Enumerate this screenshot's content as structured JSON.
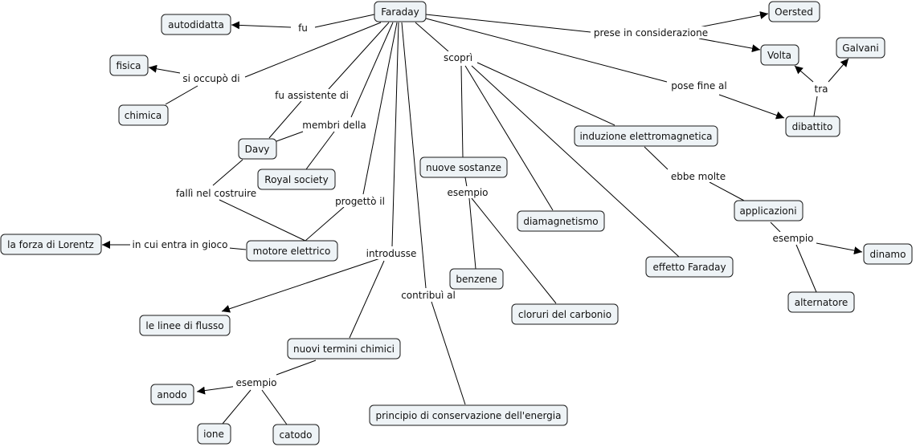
{
  "nodes": {
    "faraday": "Faraday",
    "autodidatta": "autodidatta",
    "oersted": "Oersted",
    "fisica": "fisica",
    "volta": "Volta",
    "galvani": "Galvani",
    "chimica": "chimica",
    "dibattito": "dibattito",
    "induzione": "induzione elettromagnetica",
    "davy": "Davy",
    "nuove_sostanze": "nuove sostanze",
    "royal": "Royal society",
    "applicazioni": "applicazioni",
    "diamagnetismo": "diamagnetismo",
    "lorentz": "la forza di Lorentz",
    "motore": "motore elettrico",
    "dinamo": "dinamo",
    "effetto": "effetto Faraday",
    "benzene": "benzene",
    "alternatore": "alternatore",
    "cloruri": "cloruri del carbonio",
    "linee": "le linee di flusso",
    "termini": "nuovi termini chimici",
    "anodo": "anodo",
    "principio": "principio di conservazione dell'energia",
    "ione": "ione",
    "catodo": "catodo"
  },
  "labels": {
    "fu": "fu",
    "prese": "prese in considerazione",
    "scopri": "scoprì",
    "pose": "pose fine al",
    "si_occupo": "si occupò di",
    "fu_assistente": "fu assistente di",
    "membri": "membri della",
    "tra": "tra",
    "falli": "fallì nel costruire",
    "progetto": "progettò il",
    "ebbe": "ebbe molte",
    "esempio_sost": "esempio",
    "esempio_app": "esempio",
    "in_cui": "in cui entra in gioco",
    "introdusse": "introdusse",
    "contribui": "contribuì al",
    "esempio_term": "esempio"
  }
}
